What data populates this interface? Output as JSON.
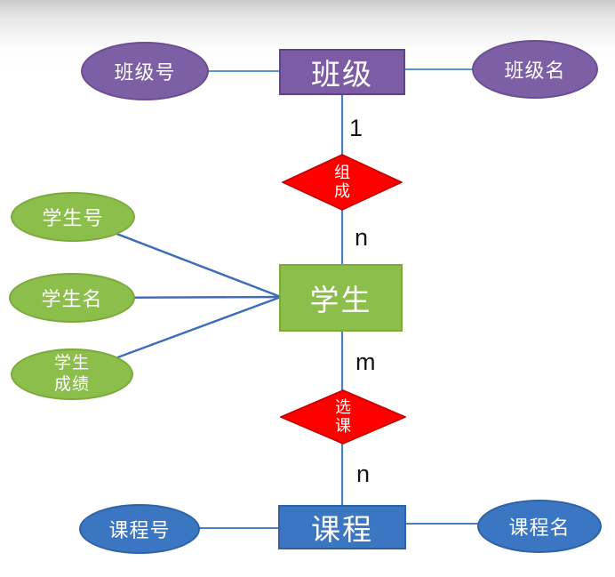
{
  "diagram_type": "entity-relationship",
  "colors": {
    "class_purple": "#7d5fa6",
    "class_purple_border": "#6b4e92",
    "student_green": "#8cbe4c",
    "student_green_border": "#7ca93c",
    "course_blue": "#3b76c2",
    "course_blue_border": "#2e61a6",
    "relationship_red": "#fd0000",
    "relationship_red_border": "#c40000",
    "connector_blue": "#4a7fc1",
    "cardinality_text": "#141414"
  },
  "er": {
    "class_entity": {
      "label": "班级",
      "attr_left": "班级号",
      "attr_right": "班级名"
    },
    "compose_relationship": {
      "char1": "组",
      "char2": "成",
      "cardinality_top": "1",
      "cardinality_bottom": "n"
    },
    "student_entity": {
      "label": "学生",
      "attr_id": "学生号",
      "attr_name": "学生名",
      "attr_grade_line1": "学生",
      "attr_grade_line2": "成绩"
    },
    "select_course_relationship": {
      "char1": "选",
      "char2": "课",
      "cardinality_top": "m",
      "cardinality_bottom": "n"
    },
    "course_entity": {
      "label": "课程",
      "attr_left": "课程号",
      "attr_right": "课程名"
    }
  }
}
